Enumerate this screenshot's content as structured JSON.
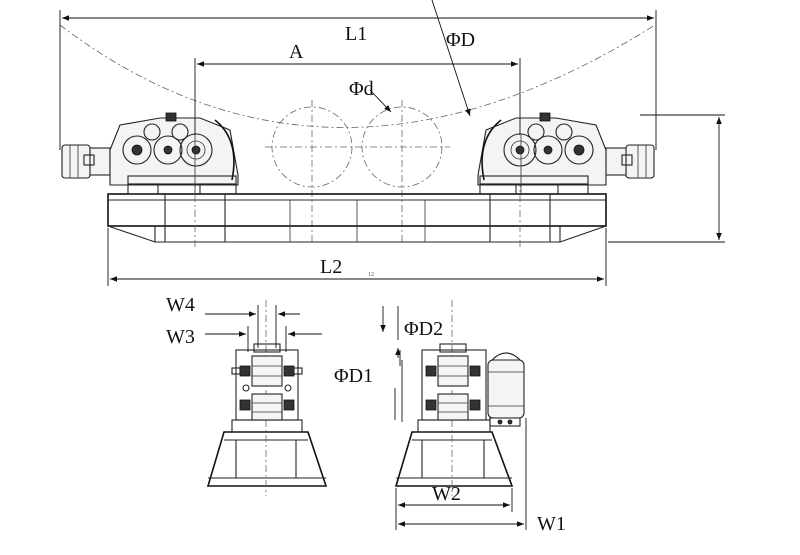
{
  "drawing": {
    "labels": {
      "L1": "L1",
      "L2": "L2",
      "A": "A",
      "PhiD": "ΦD",
      "Phid": "Φd",
      "W4": "W4",
      "W3": "W3",
      "PhiD2": "ΦD2",
      "PhiD1": "ΦD1",
      "W2": "W2",
      "W1": "W1",
      "small_mark": "12"
    },
    "line_color": "#222222",
    "background": "#ffffff"
  }
}
